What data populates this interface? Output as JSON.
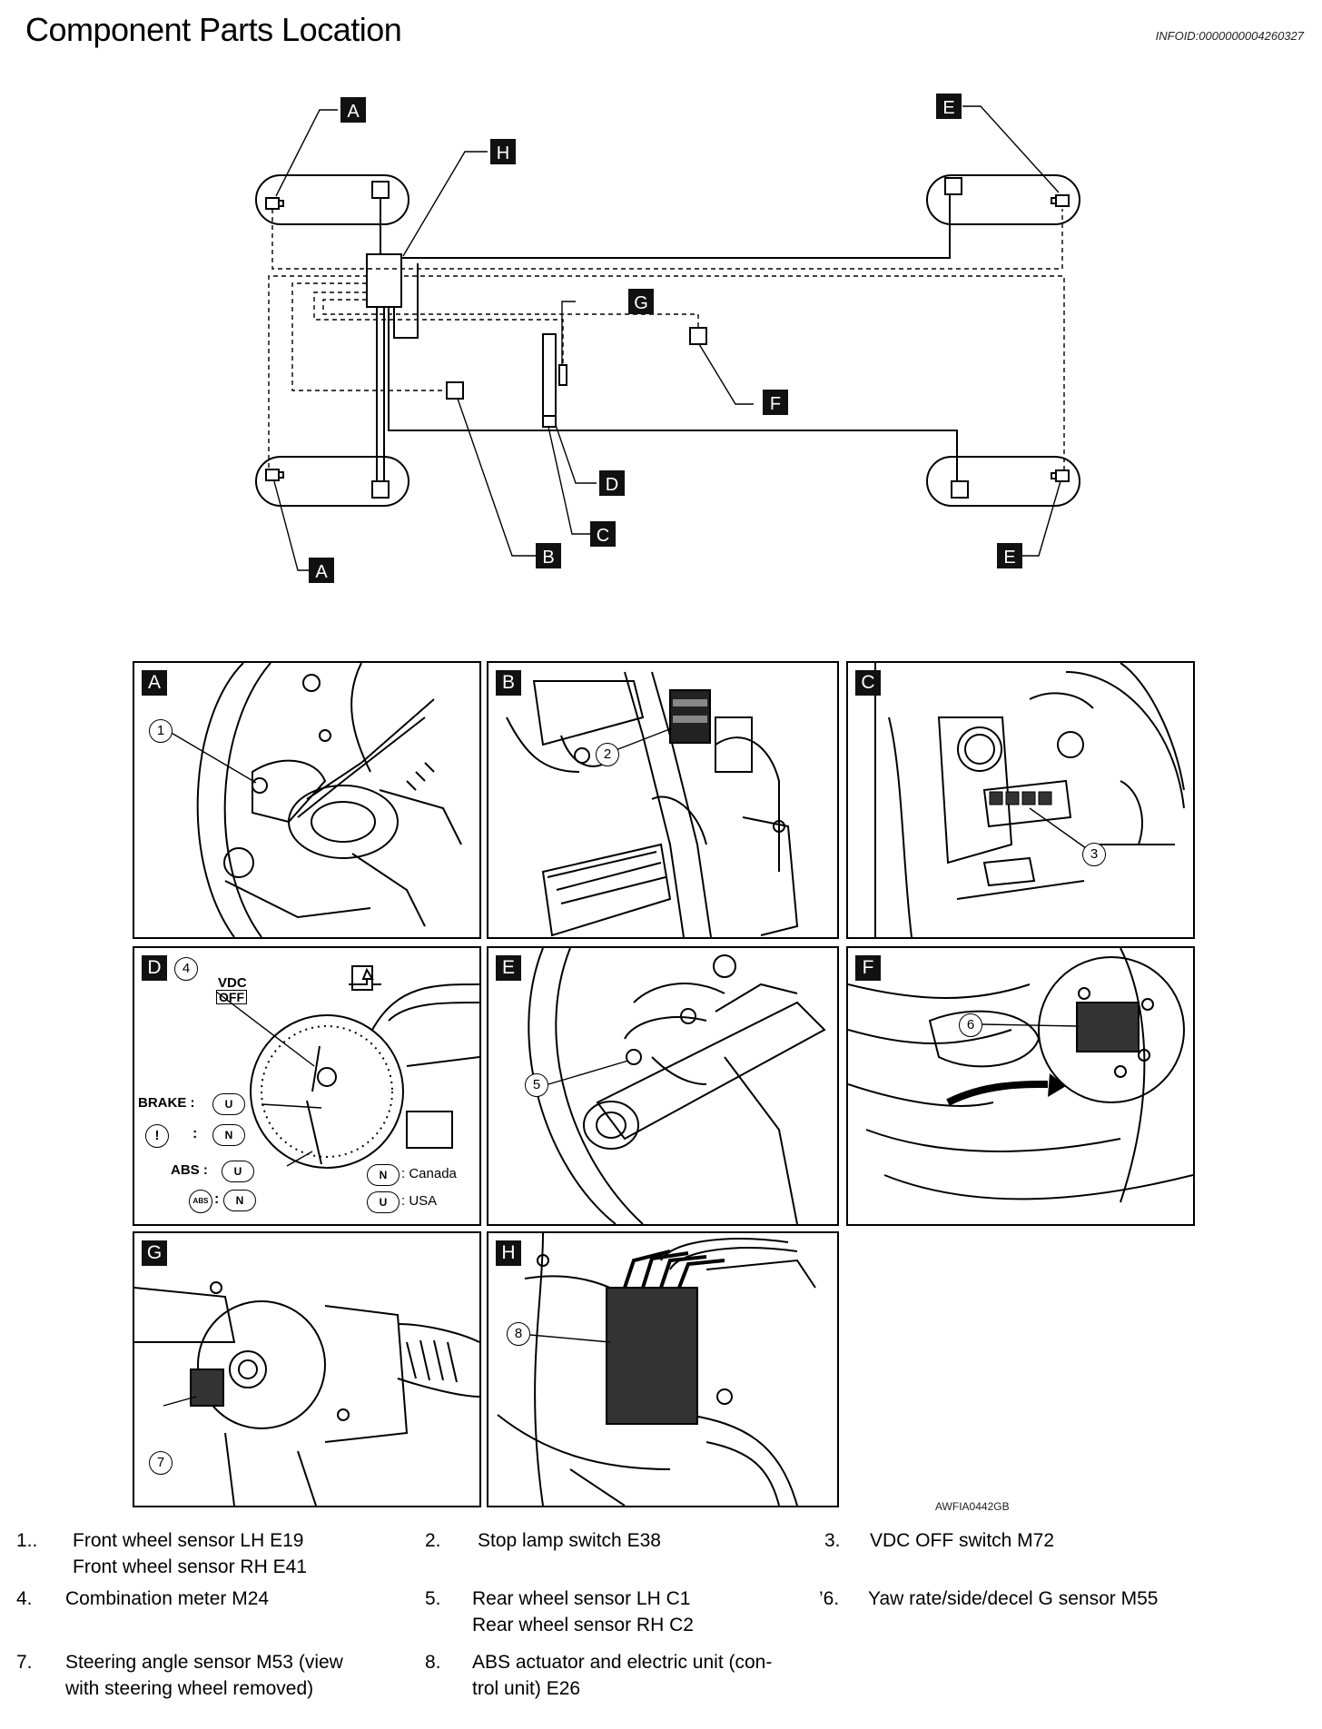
{
  "header": {
    "title": "Component Parts Location",
    "info_id": "INFOID:0000000004260327"
  },
  "overview": {
    "labels": {
      "a_top": "A",
      "a_bottom": "A",
      "b": "B",
      "c": "C",
      "d": "D",
      "e_top": "E",
      "e_bottom": "E",
      "f": "F",
      "g": "G",
      "h": "H"
    }
  },
  "panels": {
    "a": {
      "letter": "A",
      "callout": "1"
    },
    "b": {
      "letter": "B",
      "callout": "2"
    },
    "c": {
      "letter": "C",
      "callout": "3"
    },
    "d": {
      "letter": "D",
      "callout": "4",
      "vdc": "VDC",
      "off": "OFF",
      "brake": "BRAKE :",
      "abs": "ABS :",
      "excl_colon": ":",
      "abs_icon_colon": ":",
      "u": "U",
      "n": "N",
      "canada": ": Canada",
      "usa": ": USA",
      "abs_icon": "ABS",
      "excl_icon": "!"
    },
    "e": {
      "letter": "E",
      "callout": "5"
    },
    "f": {
      "letter": "F",
      "callout": "6"
    },
    "g": {
      "letter": "G",
      "callout": "7"
    },
    "h": {
      "letter": "H",
      "callout": "8"
    }
  },
  "figure_code": "AWFIA0442GB",
  "legend": [
    {
      "num": "1..",
      "lines": [
        "Front wheel sensor LH E19",
        "Front wheel sensor RH E41"
      ]
    },
    {
      "num": "2.",
      "lines": [
        "Stop lamp switch E38"
      ]
    },
    {
      "num": "3.",
      "lines": [
        "VDC OFF switch M72"
      ]
    },
    {
      "num": "4.",
      "lines": [
        "Combination meter M24"
      ]
    },
    {
      "num": "5.",
      "lines": [
        "Rear wheel sensor LH C1",
        "Rear wheel sensor RH C2"
      ]
    },
    {
      "num": "’6.",
      "lines": [
        "Yaw rate/side/decel G sensor M55"
      ]
    },
    {
      "num": "7.",
      "lines": [
        "Steering angle sensor M53 (view",
        "with steering wheel removed)"
      ]
    },
    {
      "num": "8.",
      "lines": [
        "ABS actuator and electric unit (con-",
        "trol unit) E26"
      ]
    }
  ]
}
